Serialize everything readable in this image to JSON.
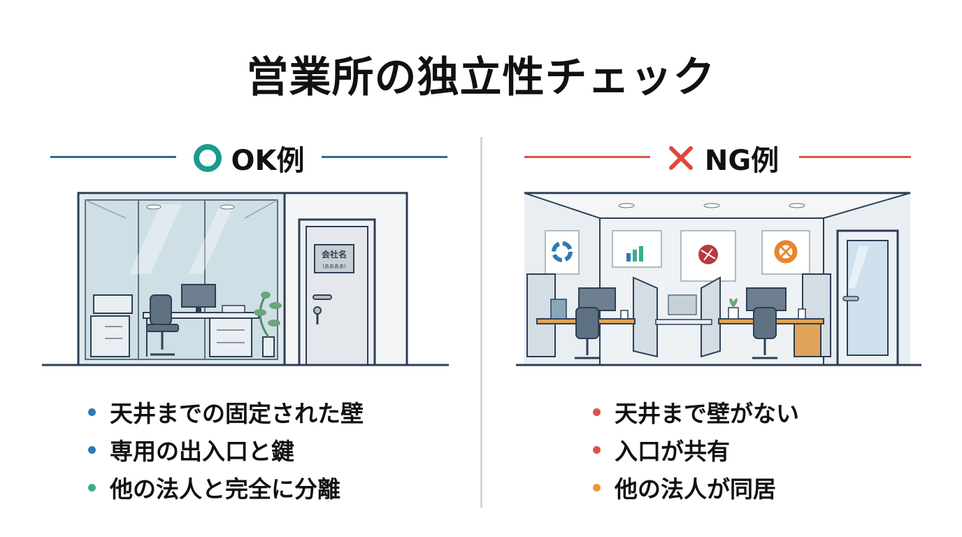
{
  "title": "営業所の独立性チェック",
  "ok": {
    "label": "OK例",
    "mark_icon": "circle-mark-icon",
    "mark_color": "#1a9b8c",
    "rule_color": "#2a6f91",
    "door_sign": {
      "line1": "会社名",
      "line2": "(ああああ)"
    },
    "bullets": [
      {
        "text": "天井までの固定された壁",
        "color": "#2e7ab5"
      },
      {
        "text": "専用の出入口と鍵",
        "color": "#2e7ab5"
      },
      {
        "text": "他の法人と完全に分離",
        "color": "#3aaf86"
      }
    ]
  },
  "ng": {
    "label": "NG例",
    "mark_icon": "cross-mark-icon",
    "mark_color": "#e0483c",
    "rule_color": "#d9534a",
    "bullets": [
      {
        "text": "天井まで壁がない",
        "color": "#d9534a"
      },
      {
        "text": "入口が共有",
        "color": "#d9534a"
      },
      {
        "text": "他の法人が同居",
        "color": "#e59a36"
      }
    ]
  }
}
